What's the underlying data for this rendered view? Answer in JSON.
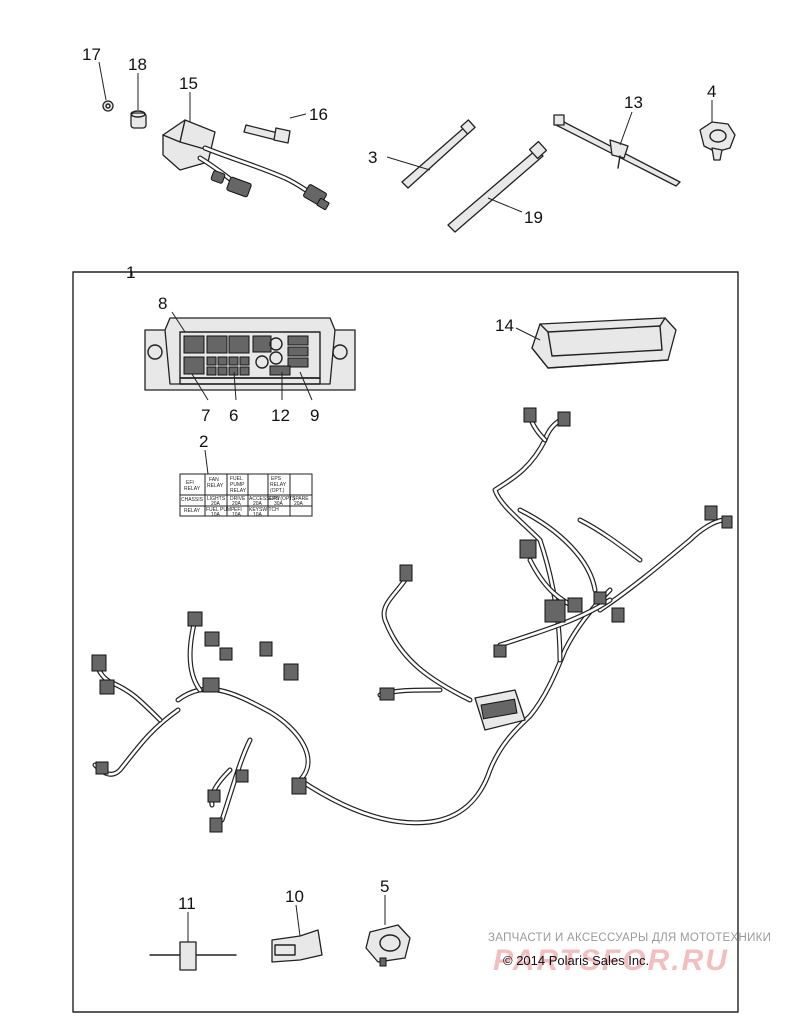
{
  "labels": {
    "l1": "1",
    "l2": "2",
    "l3": "3",
    "l4": "4",
    "l5": "5",
    "l6": "6",
    "l7": "7",
    "l8": "8",
    "l9": "9",
    "l10": "10",
    "l11": "11",
    "l12": "12",
    "l13": "13",
    "l14": "14",
    "l15": "15",
    "l16": "16",
    "l17": "17",
    "l18": "18",
    "l19": "19"
  },
  "decal": {
    "efi_relay": [
      "EFI",
      "RELAY"
    ],
    "fan_relay": [
      "FAN",
      "RELAY"
    ],
    "fuel_pump_relay": [
      "FUEL",
      "PUMP",
      "RELAY"
    ],
    "eps_relay": [
      "EPS",
      "RELAY",
      "(OPT.)"
    ],
    "chassis_relay": [
      "CHASSIS",
      "RELAY"
    ],
    "lights": [
      "LIGHTS",
      "20A"
    ],
    "drive": [
      "DRIVE",
      "20A"
    ],
    "accessory": [
      "ACCESSORY",
      "20A"
    ],
    "eps_opt": [
      "EPS (OPT.)",
      "30A"
    ],
    "spare": [
      "SPARE",
      "20A"
    ],
    "fuel_pump": [
      "FUEL PUMP",
      "10A"
    ],
    "efi": [
      "EFI",
      "10A"
    ],
    "keyswitch": [
      "KEYSWITCH",
      "10A"
    ]
  },
  "watermark": {
    "caption": "ЗАПЧАСТИ И АКСЕССУАРЫ ДЛЯ МОТОТЕХНИКИ",
    "logo": "PARTSFOR.RU"
  },
  "copyright": "© 2014 Polaris Sales Inc."
}
